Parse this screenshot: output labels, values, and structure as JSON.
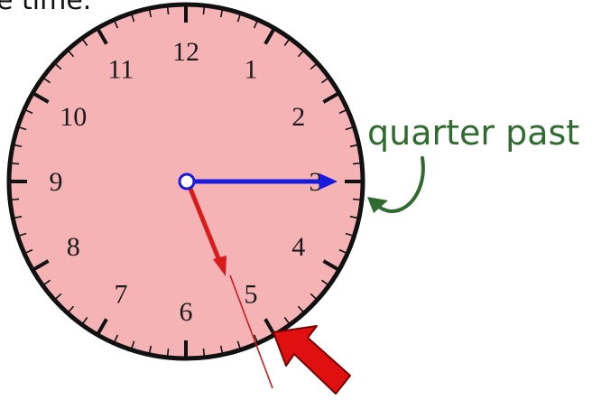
{
  "header_fragment": "e time.",
  "clock": {
    "numbers": [
      "12",
      "1",
      "2",
      "3",
      "4",
      "5",
      "6",
      "7",
      "8",
      "9",
      "10",
      "11"
    ],
    "time_hours": 3,
    "time_minutes": 27,
    "hour_hand_position": 5.45,
    "minute_hand_position": 3
  },
  "annotation": {
    "label": "quarter past"
  },
  "colors": {
    "face": "#f5b3b6",
    "rim": "#111111",
    "hour_hand": "#d81c1c",
    "minute_hand": "#1a1add",
    "annotation": "#2f6b2f",
    "arrow": "#e01010",
    "guide_line": "#c81c1c"
  }
}
